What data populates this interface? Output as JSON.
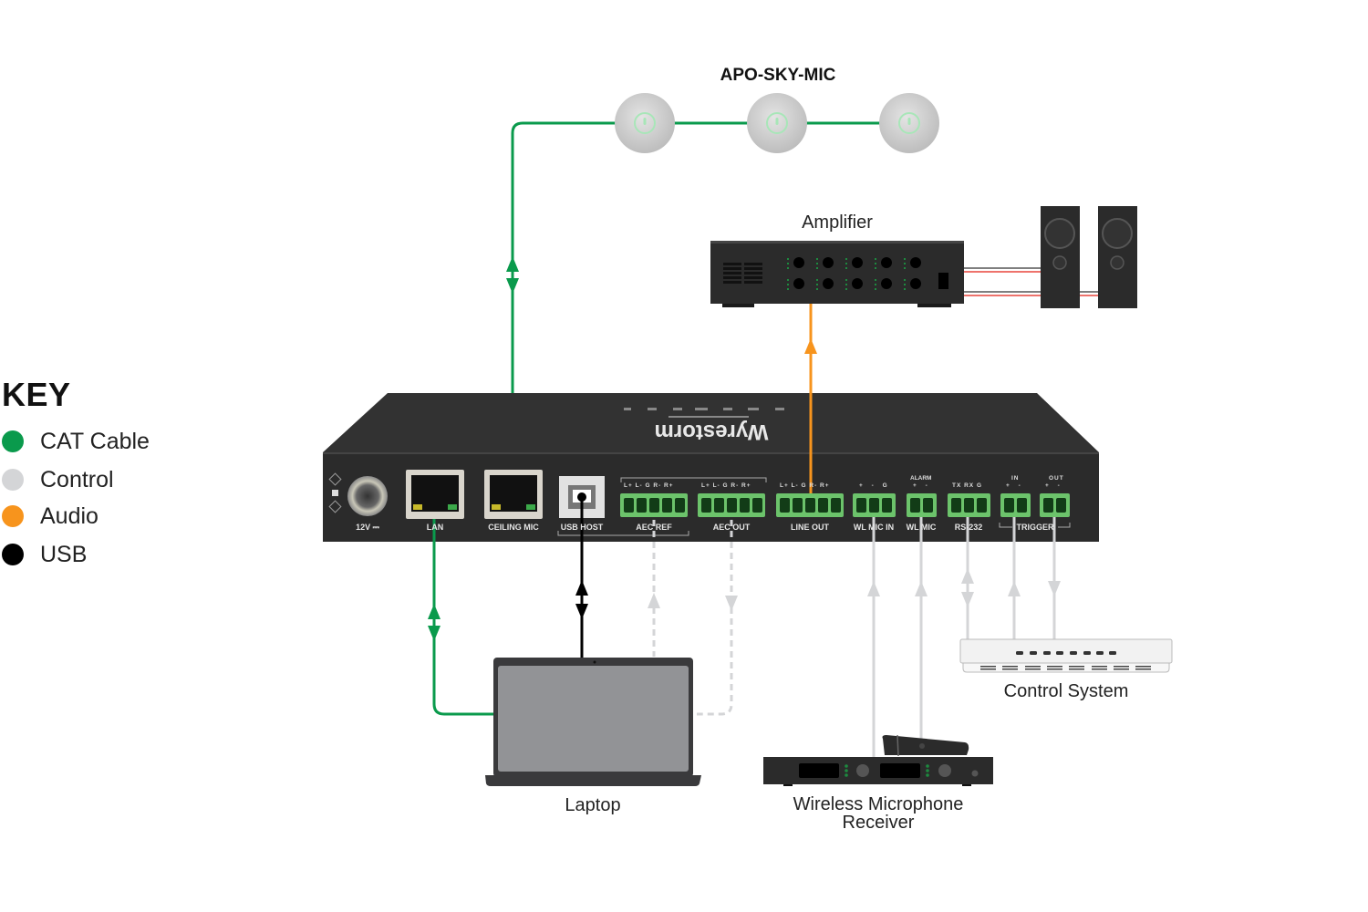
{
  "key": {
    "title": "KEY",
    "items": [
      {
        "label": "CAT Cable",
        "color": "#0a9a4c"
      },
      {
        "label": "Control",
        "color": "#d4d5d7"
      },
      {
        "label": "Audio",
        "color": "#f7941d"
      },
      {
        "label": "USB",
        "color": "#000000"
      }
    ]
  },
  "devices": {
    "ceiling_mics": {
      "label": "APO-SKY-MIC",
      "count": 3
    },
    "amplifier": {
      "label": "Amplifier"
    },
    "laptop": {
      "label": "Laptop"
    },
    "wireless_receiver": {
      "label_line1": "Wireless Microphone",
      "label_line2": "Receiver"
    },
    "control_system": {
      "label": "Control System"
    },
    "main_unit": {
      "brand": "Wyrestorm",
      "ports": {
        "power": "12V ⎓",
        "lan": "LAN",
        "ceiling_mic": "CEILING MIC",
        "usb_host": "USB HOST",
        "aec_ref": "AEC REF",
        "aec_out": "AEC OUT",
        "line_out": "LINE OUT",
        "wl_mic_in": "WL MIC IN",
        "wl_mic": "WL MIC",
        "rs232": "RS-232",
        "trigger": "TRIGGER"
      },
      "pin_labels": {
        "audio5": "L+ L- G R- R+",
        "wl_mic_in": "+ - G",
        "alarm_title": "ALARM",
        "alarm": "+ -",
        "rs232": "TX RX G",
        "trigger_in_title": "IN",
        "trigger_out_title": "OUT",
        "trigger_pins": "+ -"
      }
    }
  },
  "colors": {
    "cat": "#0a9a4c",
    "control": "#d4d5d7",
    "audio": "#f7941d",
    "usb": "#000000",
    "device_dark": "#2b2b2b"
  }
}
